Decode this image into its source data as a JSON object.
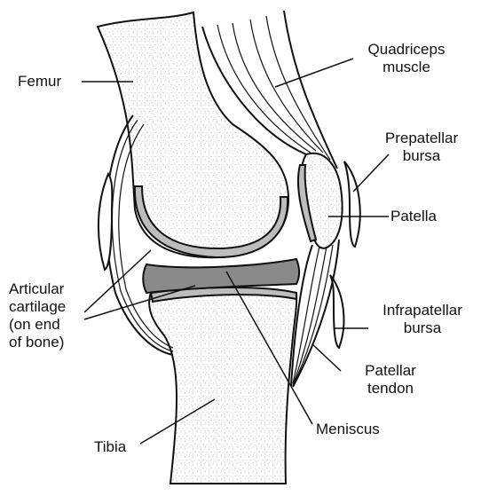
{
  "labels": {
    "femur": "Femur",
    "quadriceps": [
      "Quadriceps",
      "muscle"
    ],
    "prepatellar": [
      "Prepatellar",
      "bursa"
    ],
    "patella": "Patella",
    "articular": [
      "Articular",
      "cartilage",
      "(on end",
      "of bone)"
    ],
    "infrapatellar": [
      "Infrapatellar",
      "bursa"
    ],
    "patellar_tendon": [
      "Patellar",
      "tendon"
    ],
    "meniscus": "Meniscus",
    "tibia": "Tibia"
  },
  "colors": {
    "outline": "#111111",
    "bone_fill": "#ffffff",
    "bone_stipple": "#9a9a9a",
    "meniscus_fill": "#8a8a8a",
    "cartilage_fill": "#bdbdbd"
  }
}
